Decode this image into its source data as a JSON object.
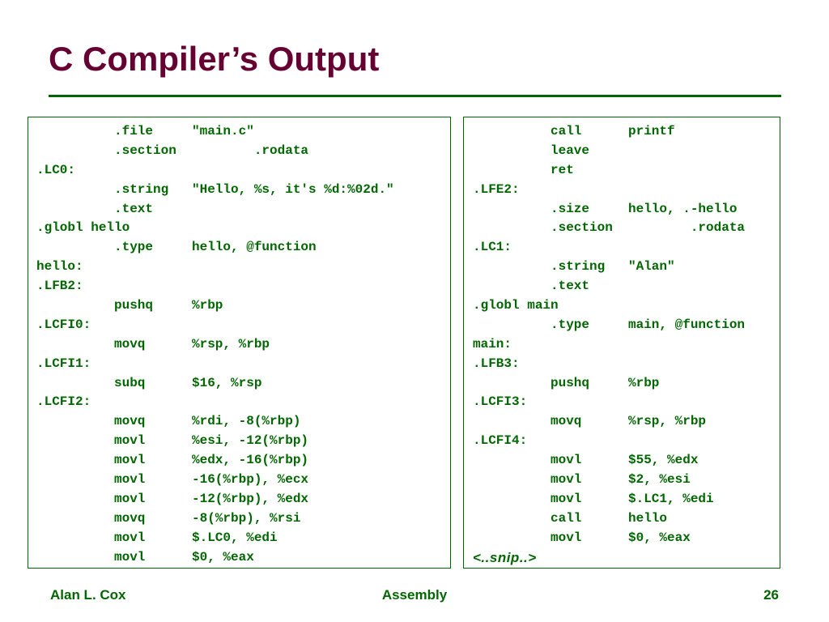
{
  "slide": {
    "title": "C Compiler’s Output"
  },
  "left_code": [
    {
      "indent": true,
      "mnemonic": ".file",
      "operand": "\"main.c\""
    },
    {
      "indent": true,
      "mnemonic": ".section",
      "operand": "        .rodata"
    },
    {
      "label": ".LC0:"
    },
    {
      "indent": true,
      "mnemonic": ".string",
      "operand": "\"Hello, %s, it's %d:%02d.\""
    },
    {
      "indent": true,
      "mnemonic": ".text",
      "operand": ""
    },
    {
      "label": ".globl hello"
    },
    {
      "indent": true,
      "mnemonic": ".type",
      "operand": "hello, @function"
    },
    {
      "label": "hello:"
    },
    {
      "label": ".LFB2:"
    },
    {
      "indent": true,
      "mnemonic": "pushq",
      "operand": "%rbp"
    },
    {
      "label": ".LCFI0:"
    },
    {
      "indent": true,
      "mnemonic": "movq",
      "operand": "%rsp, %rbp"
    },
    {
      "label": ".LCFI1:"
    },
    {
      "indent": true,
      "mnemonic": "subq",
      "operand": "$16, %rsp"
    },
    {
      "label": ".LCFI2:"
    },
    {
      "indent": true,
      "mnemonic": "movq",
      "operand": "%rdi, -8(%rbp)"
    },
    {
      "indent": true,
      "mnemonic": "movl",
      "operand": "%esi, -12(%rbp)"
    },
    {
      "indent": true,
      "mnemonic": "movl",
      "operand": "%edx, -16(%rbp)"
    },
    {
      "indent": true,
      "mnemonic": "movl",
      "operand": "-16(%rbp), %ecx"
    },
    {
      "indent": true,
      "mnemonic": "movl",
      "operand": "-12(%rbp), %edx"
    },
    {
      "indent": true,
      "mnemonic": "movq",
      "operand": "-8(%rbp), %rsi"
    },
    {
      "indent": true,
      "mnemonic": "movl",
      "operand": "$.LC0, %edi"
    },
    {
      "indent": true,
      "mnemonic": "movl",
      "operand": "$0, %eax"
    }
  ],
  "right_code": [
    {
      "indent": true,
      "mnemonic": "call",
      "operand": "printf"
    },
    {
      "indent": true,
      "mnemonic": "leave",
      "operand": ""
    },
    {
      "indent": true,
      "mnemonic": "ret",
      "operand": ""
    },
    {
      "label": ".LFE2:"
    },
    {
      "indent": true,
      "mnemonic": ".size",
      "operand": "hello, .-hello"
    },
    {
      "indent": true,
      "mnemonic": ".section",
      "operand": "        .rodata"
    },
    {
      "label": ".LC1:"
    },
    {
      "indent": true,
      "mnemonic": ".string",
      "operand": "\"Alan\""
    },
    {
      "indent": true,
      "mnemonic": ".text",
      "operand": ""
    },
    {
      "label": ".globl main"
    },
    {
      "indent": true,
      "mnemonic": ".type",
      "operand": "main, @function"
    },
    {
      "label": "main:"
    },
    {
      "label": ".LFB3:"
    },
    {
      "indent": true,
      "mnemonic": "pushq",
      "operand": "%rbp"
    },
    {
      "label": ".LCFI3:"
    },
    {
      "indent": true,
      "mnemonic": "movq",
      "operand": "%rsp, %rbp"
    },
    {
      "label": ".LCFI4:"
    },
    {
      "indent": true,
      "mnemonic": "movl",
      "operand": "$55, %edx"
    },
    {
      "indent": true,
      "mnemonic": "movl",
      "operand": "$2, %esi"
    },
    {
      "indent": true,
      "mnemonic": "movl",
      "operand": "$.LC1, %edi"
    },
    {
      "indent": true,
      "mnemonic": "call",
      "operand": "hello"
    },
    {
      "indent": true,
      "mnemonic": "movl",
      "operand": "$0, %eax"
    },
    {
      "snip": "<..snip..>"
    }
  ],
  "footer": {
    "author": "Alan L. Cox",
    "topic": "Assembly",
    "page": "26"
  },
  "colors": {
    "title": "#660033",
    "accent": "#006600",
    "background": "#ffffff"
  }
}
